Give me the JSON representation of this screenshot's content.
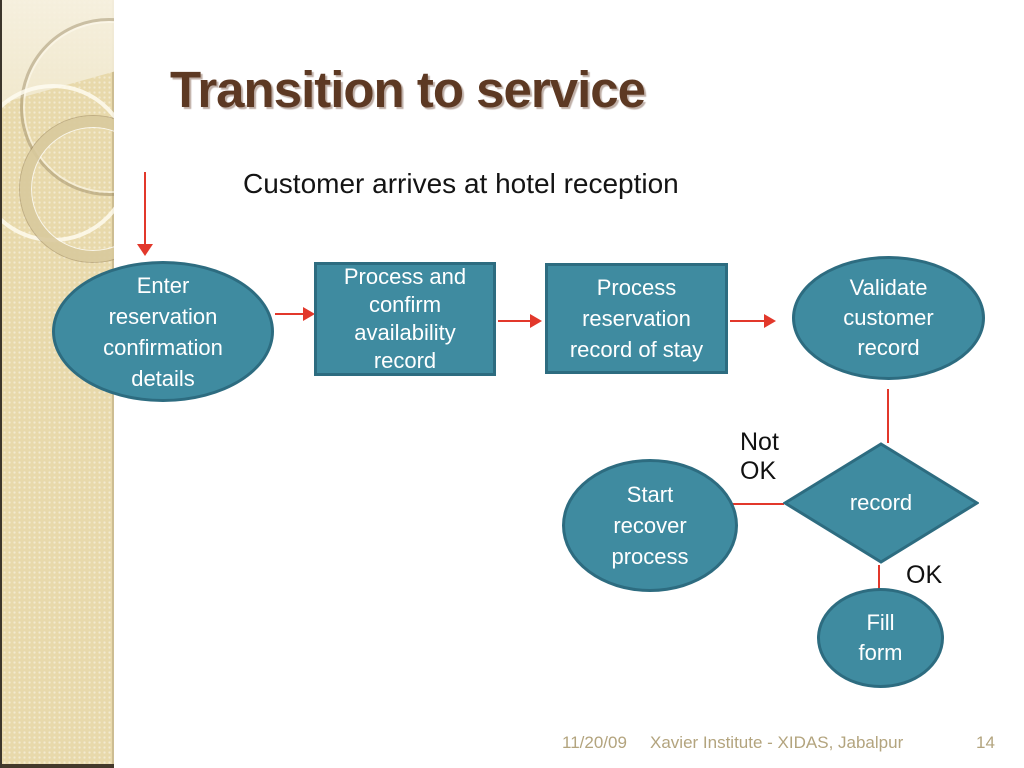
{
  "slide": {
    "title": "Transition to service",
    "subtitle": "Customer arrives at hotel reception",
    "footer": {
      "date": "11/20/09",
      "institute": "Xavier Institute - XIDAS, Jabalpur",
      "page_number": "14"
    }
  },
  "flowchart": {
    "nodes": [
      {
        "id": "enter-reservation",
        "shape": "ellipse",
        "label": "Enter reservation confirmation details"
      },
      {
        "id": "process-confirm",
        "shape": "rect",
        "label": "Process and confirm availability record"
      },
      {
        "id": "process-reservation",
        "shape": "rect",
        "label": "Process reservation record of stay"
      },
      {
        "id": "validate-customer",
        "shape": "ellipse",
        "label": "Validate customer record"
      },
      {
        "id": "record-decision",
        "shape": "diamond",
        "label": "record"
      },
      {
        "id": "start-recover",
        "shape": "ellipse",
        "label": "Start recover process"
      },
      {
        "id": "fill-form",
        "shape": "ellipse",
        "label": "Fill form"
      }
    ],
    "decision_labels": {
      "not_ok": "Not OK",
      "ok": "OK"
    },
    "edges": [
      {
        "from": "start",
        "to": "enter-reservation"
      },
      {
        "from": "enter-reservation",
        "to": "process-confirm"
      },
      {
        "from": "process-confirm",
        "to": "process-reservation"
      },
      {
        "from": "process-reservation",
        "to": "validate-customer"
      },
      {
        "from": "validate-customer",
        "to": "record-decision"
      },
      {
        "from": "record-decision",
        "to": "start-recover",
        "label": "Not OK"
      },
      {
        "from": "record-decision",
        "to": "fill-form",
        "label": "OK"
      }
    ],
    "colors": {
      "shape_fill": "#3f8ba0",
      "shape_border": "#2d6c80",
      "arrow": "#e2382b",
      "title_text": "#5d3923",
      "footer_text": "#b3a47e",
      "sidebar": "#e8d9ab"
    }
  }
}
